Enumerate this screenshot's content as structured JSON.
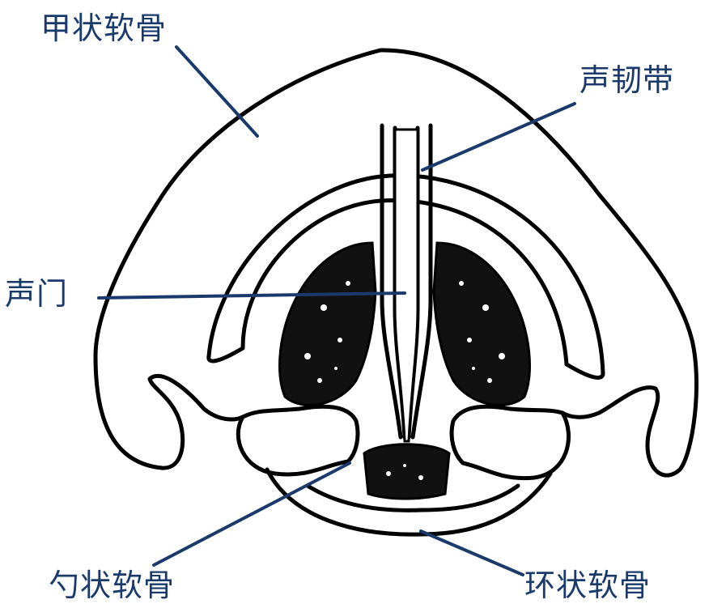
{
  "labels": {
    "thyroid_cartilage": "甲状软骨",
    "vocal_cord": "声韧带",
    "glottis": "声门",
    "arytenoid_cartilage": "勺状软骨",
    "cricoid_cartilage": "环状软骨"
  },
  "colors": {
    "label_text": "#1a3a6b",
    "leader_line": "#1a3a6b",
    "outline": "#000000",
    "background": "#ffffff"
  }
}
